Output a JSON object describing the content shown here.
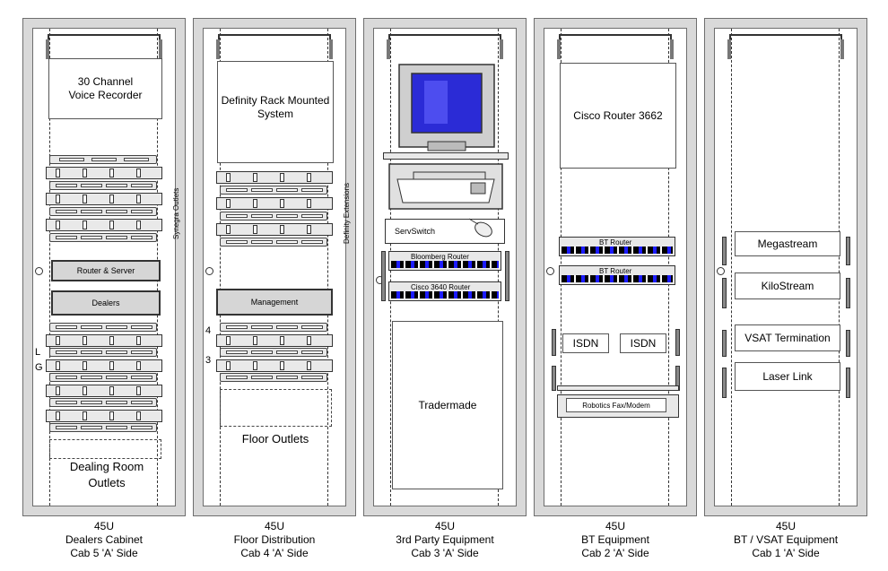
{
  "cabinets": [
    {
      "size": "45U",
      "name": "Dealers Cabinet",
      "side": "Cab 5 'A' Side",
      "voice_recorder": "30 Channel\nVoice Recorder",
      "synegra": "Synegra Outlets",
      "router_server": "Router & Server",
      "dealers": "Dealers",
      "mark_l": "L",
      "mark_g": "G",
      "outlets": "Dealing Room\nOutlets"
    },
    {
      "size": "45U",
      "name": "Floor Distribution",
      "side": "Cab 4 'A' Side",
      "definity": "Definity Rack Mounted\nSystem",
      "definity_ext": "Definity Extensions",
      "management": "Management",
      "mark_4": "4",
      "mark_3": "3",
      "outlets": "Floor Outlets"
    },
    {
      "size": "45U",
      "name": "3rd Party Equipment",
      "side": "Cab 3 'A' Side",
      "servswitch": "ServSwitch",
      "bloomberg": "Bloomberg Router",
      "cisco3640": "Cisco 3640 Router",
      "tradermade": "Tradermade"
    },
    {
      "size": "45U",
      "name": "BT Equipment",
      "side": "Cab 2 'A' Side",
      "cisco3662": "Cisco Router 3662",
      "bt_router_1": "BT Router",
      "bt_router_2": "BT Router",
      "isdn_1": "ISDN",
      "isdn_2": "ISDN",
      "robotics": "Robotics Fax/Modem"
    },
    {
      "size": "45U",
      "name": "BT / VSAT Equipment",
      "side": "Cab 1 'A' Side",
      "megastream": "Megastream",
      "kilostream": "KiloStream",
      "vsat": "VSAT Termination",
      "laser": "Laser Link"
    }
  ]
}
